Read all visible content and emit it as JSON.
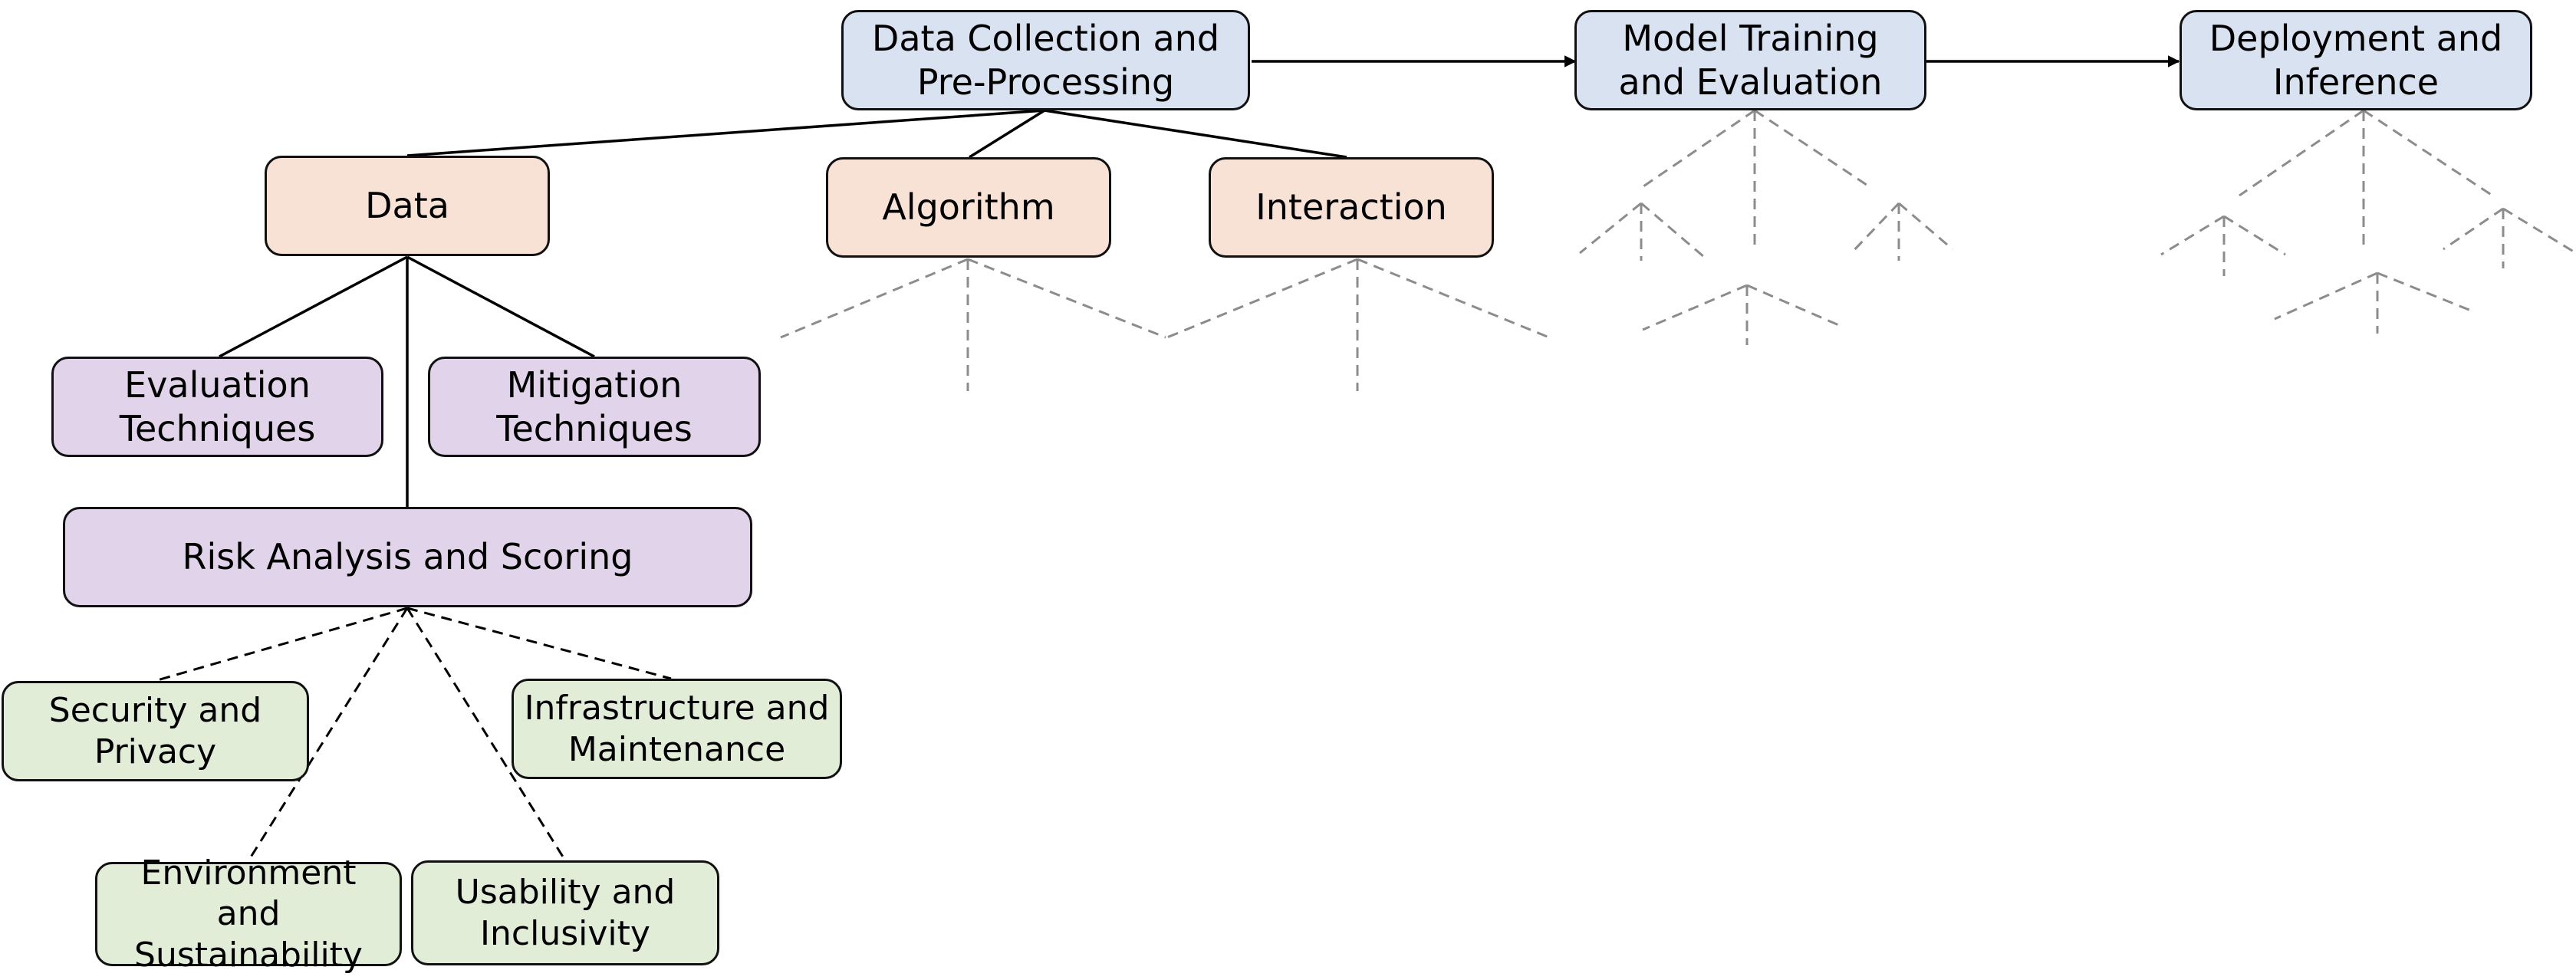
{
  "colors": {
    "stage_fill": "#d8e2f1",
    "category_fill": "#f8e2d5",
    "method_fill": "#e0d3ea",
    "risk_fill": "#e2edd8",
    "border": "#111111",
    "placeholder_line": "#8c8c8c"
  },
  "pipeline": {
    "data_collection": {
      "line1": "Data Collection and",
      "line2": "Pre-Processing"
    },
    "model_training": {
      "line1": "Model Training",
      "line2": "and Evaluation"
    },
    "deployment": {
      "line1": "Deployment and",
      "line2": "Inference"
    }
  },
  "categories": {
    "data": "Data",
    "algorithm": "Algorithm",
    "interaction": "Interaction"
  },
  "methods": {
    "evaluation": {
      "line1": "Evaluation",
      "line2": "Techniques"
    },
    "mitigation": {
      "line1": "Mitigation",
      "line2": "Techniques"
    },
    "risk_analysis": "Risk Analysis and Scoring"
  },
  "risk_dimensions": {
    "security": {
      "line1": "Security and",
      "line2": "Privacy"
    },
    "infrastructure": {
      "line1": "Infrastructure and",
      "line2": "Maintenance"
    },
    "environment": {
      "line1": "Environment and",
      "line2": "Sustainability"
    },
    "usability": {
      "line1": "Usability and",
      "line2": "Inclusivity"
    }
  }
}
